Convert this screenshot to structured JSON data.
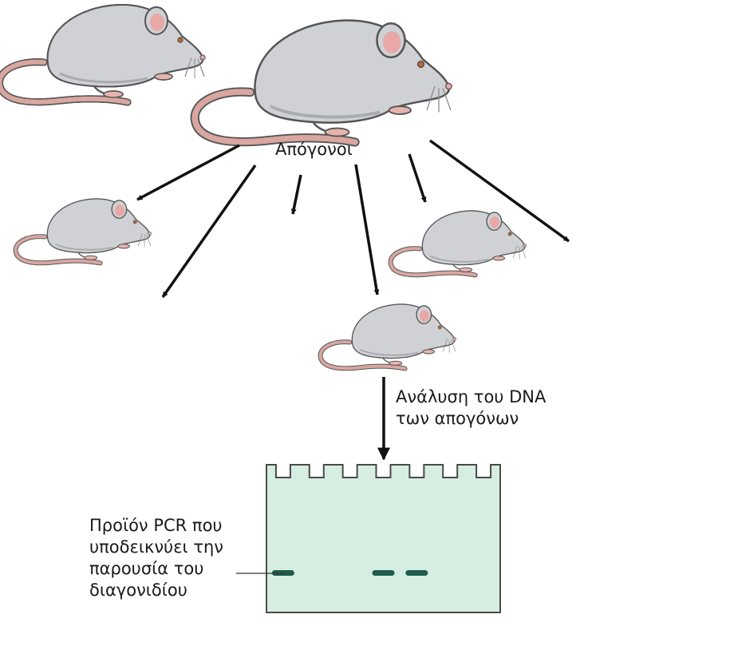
{
  "labels": {
    "offspring": "Απόγονοι",
    "dna_analysis_line1": "Ανάλυση του DNA",
    "dna_analysis_line2": "των απογόνων",
    "pcr_line1": "Προϊόν PCR που",
    "pcr_line2": "υποδεικνύει την",
    "pcr_line3": "παρουσία του",
    "pcr_line4": "διαγονιδίου"
  },
  "gel": {
    "lane_count": 7,
    "bands_present": [
      true,
      false,
      false,
      true,
      true,
      false,
      false
    ],
    "fill_color": "#d6ede2",
    "border_color": "#4a4a4a",
    "band_color": "#1f5a4c"
  },
  "mouse": {
    "body_color": "#cfd1d4",
    "outline_color": "#555555",
    "ear_color": "#e8a8a8",
    "tail_color": "#d9a7a0",
    "eye_color": "#b06a3a"
  },
  "icons": [
    "parent-mouse-icon",
    "offspring-mouse-icon",
    "arrow-icon",
    "gel-icon"
  ]
}
